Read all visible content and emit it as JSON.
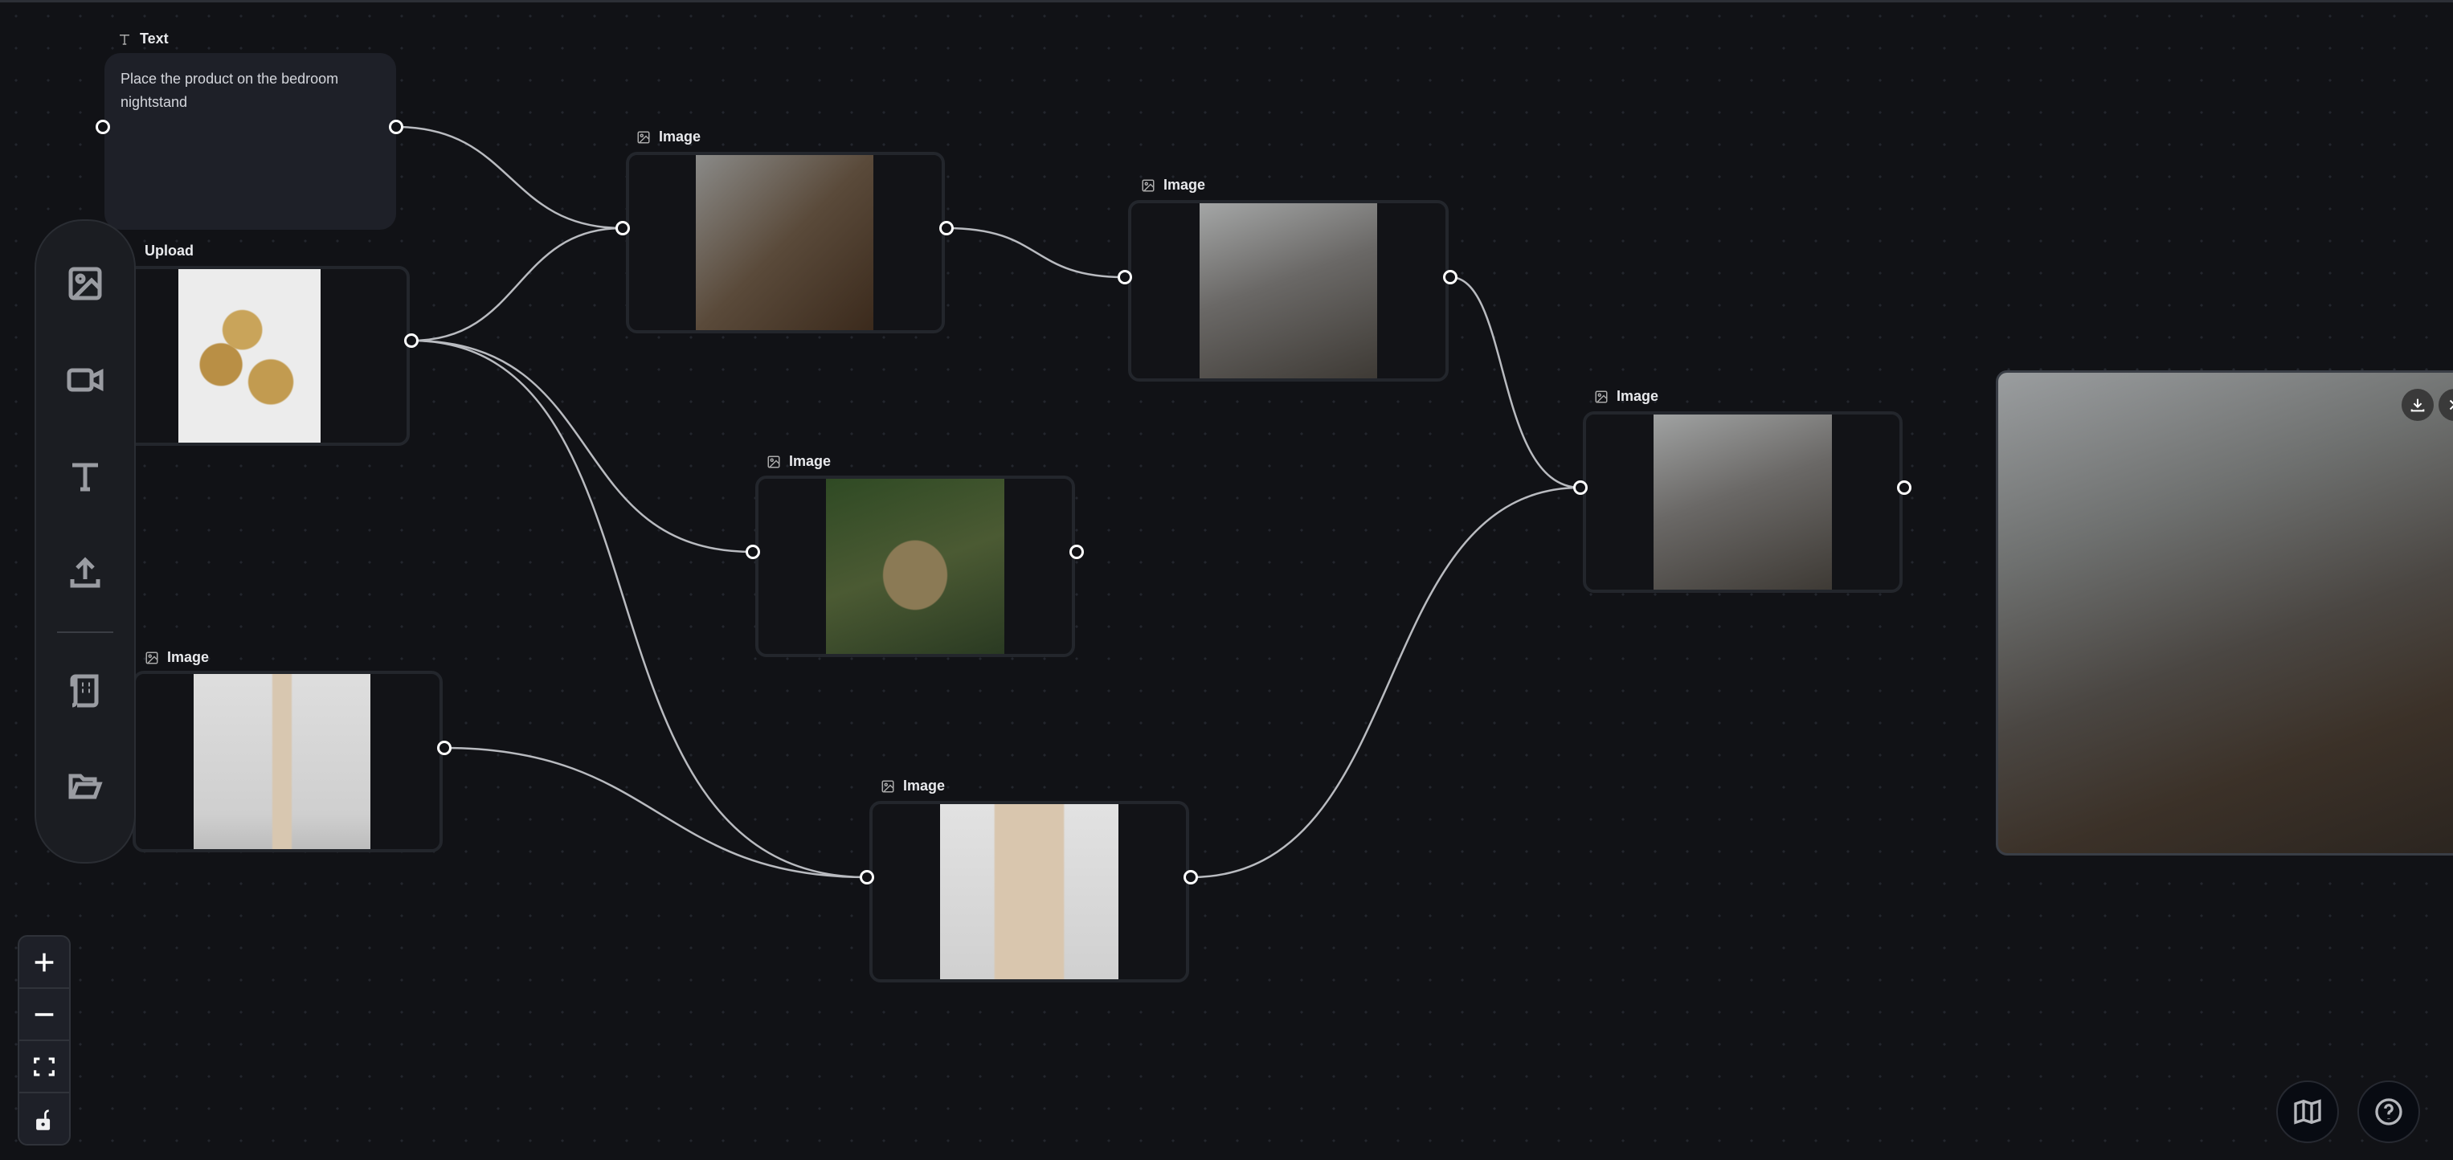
{
  "text_node": {
    "label": "Text",
    "content": "Place the product on the bedroom nightstand"
  },
  "upload_node": {
    "label": "Upload"
  },
  "image_nodes": [
    {
      "label": "Image"
    },
    {
      "label": "Image"
    },
    {
      "label": "Image"
    },
    {
      "label": "Image"
    },
    {
      "label": "Image"
    },
    {
      "label": "Image"
    }
  ],
  "sidebar": [
    "image-icon",
    "video-icon",
    "text-icon",
    "upload-icon",
    "template-icon",
    "folder-icon"
  ],
  "zoom_controls": [
    "zoom-in",
    "zoom-out",
    "fit-view",
    "lock"
  ],
  "colors": {
    "background": "#111216",
    "node_border": "#23262c",
    "edge": "#b9bbc0"
  }
}
